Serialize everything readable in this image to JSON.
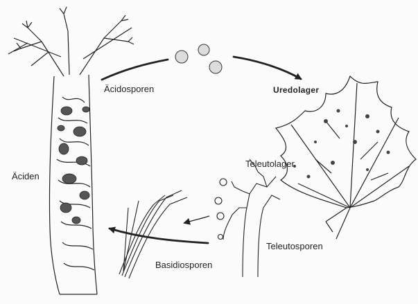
{
  "labels": {
    "acidosporen": "Äcidosporen",
    "uredolager": "Uredolager",
    "teleutolager": "Teleutolager",
    "aciden": "Äciden",
    "teleutosporen": "Teleutosporen",
    "basidiosporen": "Basidiosporen"
  },
  "colors": {
    "ink": "#222222",
    "background": "#fbfbfb"
  }
}
